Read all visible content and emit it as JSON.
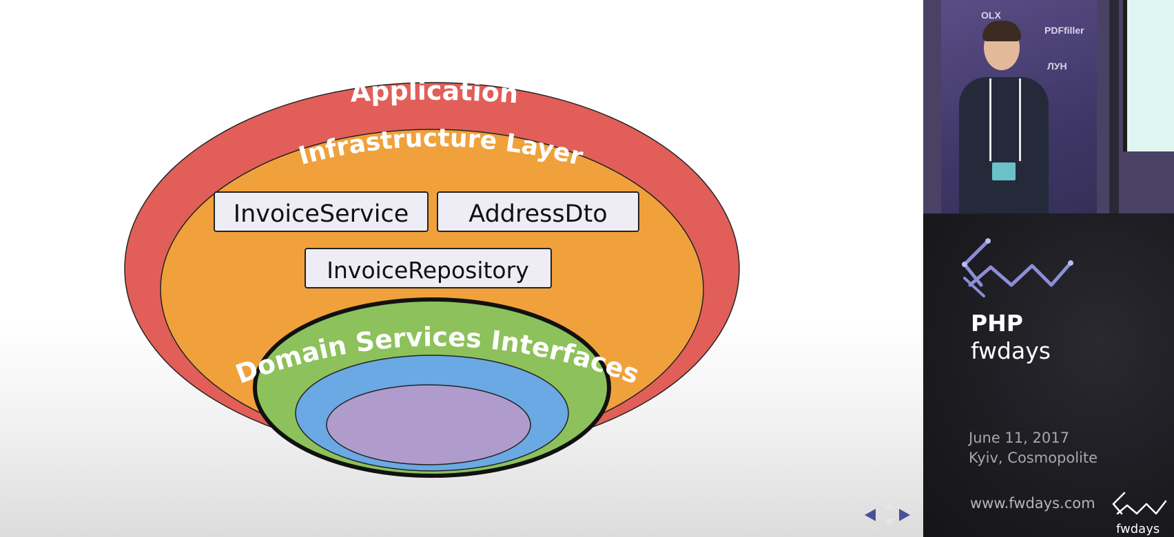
{
  "diagram": {
    "application": "Application",
    "infrastructure": "Infrastructure Layer",
    "boxes": [
      "InvoiceService",
      "AddressDto",
      "InvoiceRepository"
    ],
    "domain_services": "Domain Services Interfaces",
    "colors": {
      "application": "#e15f58",
      "infrastructure": "#f0a13c",
      "domain_services": "#8dc15b",
      "inner_blue": "#6aa9e3",
      "core_purple": "#b09ccc",
      "box_fill": "#eeedf5"
    }
  },
  "nav": {
    "prev_icon": "triangle-left",
    "next_icon": "triangle-right",
    "color": "#4b4f9a"
  },
  "sidebar": {
    "banner_logos": [
      "OLX",
      "PDFfiller",
      "ЛУН"
    ],
    "event": {
      "title_bold": "PHP",
      "title": "fwdays",
      "date": "June 11, 2017",
      "place": "Kyiv, Cosmopolite",
      "url": "www.fwdays.com",
      "brand": "fwdays",
      "logo_color": "#8b8fd6"
    }
  }
}
